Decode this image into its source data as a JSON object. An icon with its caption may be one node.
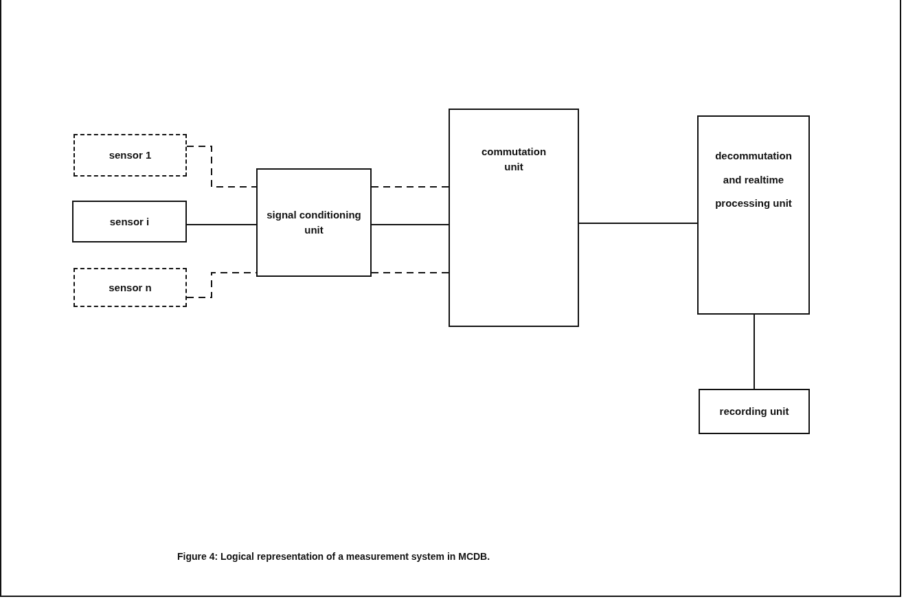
{
  "diagram": {
    "caption": "Figure 4: Logical representation of a measurement system in MCDB.",
    "nodes": [
      {
        "text": [
          "sensor 1"
        ]
      },
      {
        "text": [
          "sensor i"
        ]
      },
      {
        "text": [
          "sensor n"
        ]
      },
      {
        "text": [
          "signal conditioning unit"
        ]
      },
      {
        "text": [
          "commutation unit"
        ]
      },
      {
        "text": [
          "decommutation and realtime processing unit"
        ]
      },
      {
        "text": [
          "recording unit"
        ]
      }
    ],
    "edges": [
      {
        "from": 0,
        "to": 3,
        "arrow": "none",
        "style": "dashed"
      },
      {
        "from": 1,
        "to": 3,
        "arrow": "none"
      },
      {
        "from": 2,
        "to": 3,
        "arrow": "none",
        "style": "dashed"
      },
      {
        "from": 3,
        "to": 4,
        "arrow": "none",
        "style": "dashed"
      },
      {
        "from": 3,
        "to": 4,
        "arrow": "none"
      },
      {
        "from": 3,
        "to": 4,
        "arrow": "none",
        "style": "dashed"
      },
      {
        "from": 4,
        "to": 5,
        "arrow": "none"
      },
      {
        "from": 5,
        "to": 6,
        "arrow": "none"
      }
    ]
  }
}
